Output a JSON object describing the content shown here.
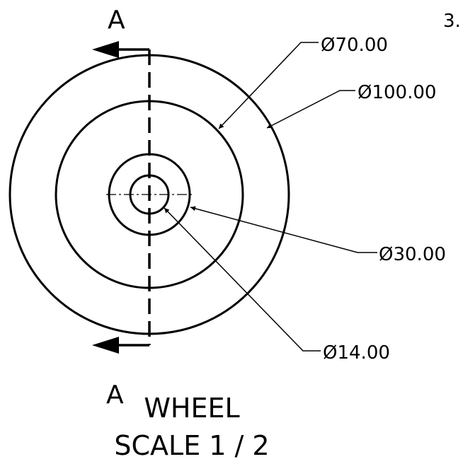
{
  "sheet": {
    "item_number": "3."
  },
  "section": {
    "label_top": "A",
    "label_bottom": "A"
  },
  "dimensions": {
    "d70": "Ø70.00",
    "d100": "Ø100.00",
    "d30": "Ø30.00",
    "d14": "Ø14.00"
  },
  "view": {
    "name": "WHEEL",
    "scale": "SCALE 1 / 2"
  },
  "colors": {
    "line": "#000000",
    "background": "#ffffff"
  }
}
